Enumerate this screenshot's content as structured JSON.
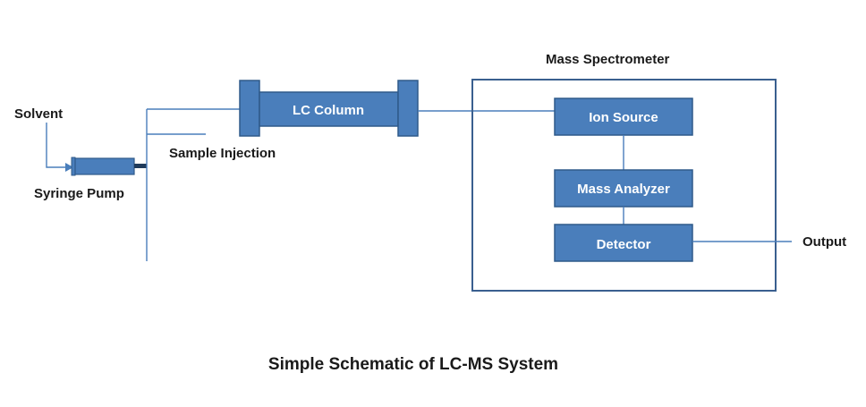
{
  "colors": {
    "box_fill": "#4a7ebb",
    "box_stroke": "#2f5a8a",
    "line": "#4a7ebb",
    "frame": "#3a5f8f",
    "pump_plunger": "#1f3a5a",
    "arrow": "#4a7ebb"
  },
  "labels": {
    "solvent": "Solvent",
    "syringe_pump": "Syringe Pump",
    "sample_injection": "Sample Injection",
    "lc_column": "LC Column",
    "mass_spectrometer": "Mass Spectrometer",
    "ion_source": "Ion Source",
    "mass_analyzer": "Mass Analyzer",
    "detector": "Detector",
    "output": "Output"
  },
  "caption": "Simple Schematic of LC-MS System"
}
